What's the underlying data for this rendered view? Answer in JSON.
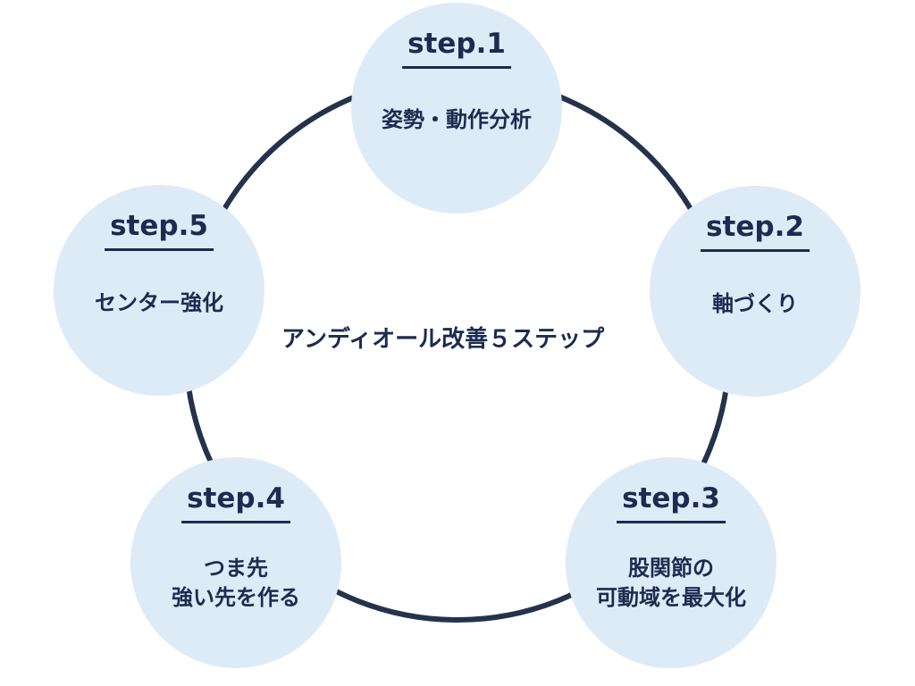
{
  "diagram": {
    "center_title": "アンディオール改善５ステップ",
    "ring_color": "#25324c",
    "node_fill": "#ddebf7",
    "text_color": "#1c2b4f",
    "steps": [
      {
        "title": "step.1",
        "lines": [
          "姿勢・動作分析"
        ]
      },
      {
        "title": "step.2",
        "lines": [
          "軸づくり"
        ]
      },
      {
        "title": "step.3",
        "lines": [
          "股関節の",
          "可動域を最大化"
        ]
      },
      {
        "title": "step.4",
        "lines": [
          "つま先",
          "強い先を作る"
        ]
      },
      {
        "title": "step.5",
        "lines": [
          "センター強化"
        ]
      }
    ]
  }
}
